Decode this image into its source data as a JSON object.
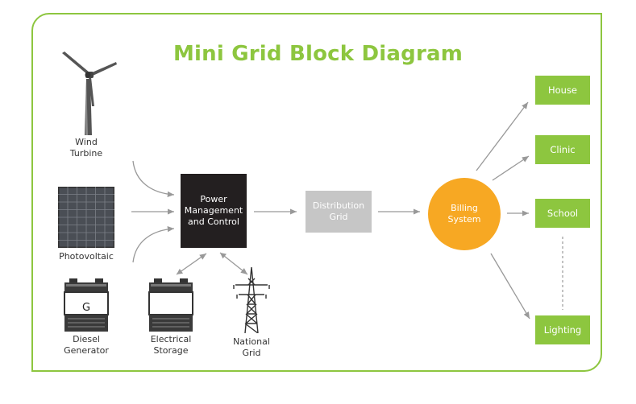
{
  "title": "Mini Grid Block Diagram",
  "colors": {
    "accent_green": "#8dc63f",
    "control_box": "#231f20",
    "distribution_box": "#c6c6c6",
    "billing_circle": "#f7a823",
    "arrow": "#999999"
  },
  "sources": {
    "wind": "Wind\nTurbine",
    "solar": "Photovoltaic",
    "diesel": "Diesel\nGenerator",
    "storage": "Electrical\nStorage",
    "national": "National\nGrid"
  },
  "generator_letter": "G",
  "nodes": {
    "control": "Power\nManagement\nand Control",
    "distribution": "Distribution\nGrid",
    "billing": "Billing\nSystem"
  },
  "consumers": [
    "House",
    "Clinic",
    "School",
    "Lighting"
  ],
  "icons": [
    "wind-turbine-icon",
    "solar-panel-icon",
    "battery-icon",
    "transmission-tower-icon"
  ]
}
